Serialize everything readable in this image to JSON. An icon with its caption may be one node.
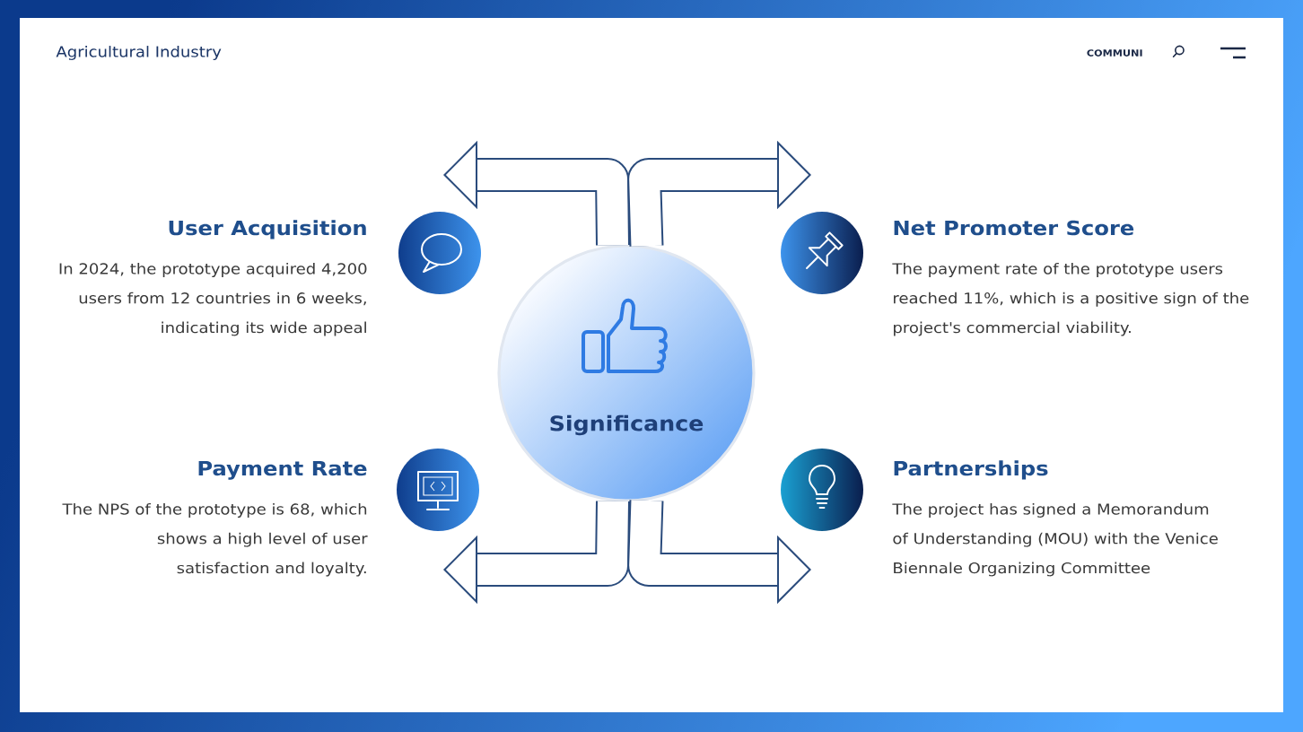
{
  "diagram": {
    "nodes": [
      {
        "text": [
          "User Acquisition",
          "In 2024, the prototype acquired 4,200 users from 12 countries in 6 weeks, indicating its wide appeal"
        ]
      },
      {
        "text": [
          "Net Promoter Score",
          "The payment rate of the prototype users reached 11%, which is a positive sign of the project's commercial viability."
        ]
      },
      {
        "text": [
          "Significance"
        ]
      },
      {
        "text": [
          "Payment Rate",
          "The NPS of the prototype is 68, which shows a high level of user satisfaction and loyalty."
        ]
      },
      {
        "text": [
          "Partnerships",
          "The project has signed a Memorandum of Understanding (MOU) with the Venice Biennale Organizing Committee"
        ]
      }
    ],
    "edges": [
      {
        "from": 2,
        "to": null,
        "arrow": "to"
      },
      {
        "from": 2,
        "to": null,
        "arrow": "to"
      },
      {
        "from": 2,
        "to": null,
        "arrow": "to"
      },
      {
        "from": 2,
        "to": null,
        "arrow": "to"
      }
    ],
    "labels": [
      "Agricultural Industry",
      "COMMUNI"
    ]
  }
}
